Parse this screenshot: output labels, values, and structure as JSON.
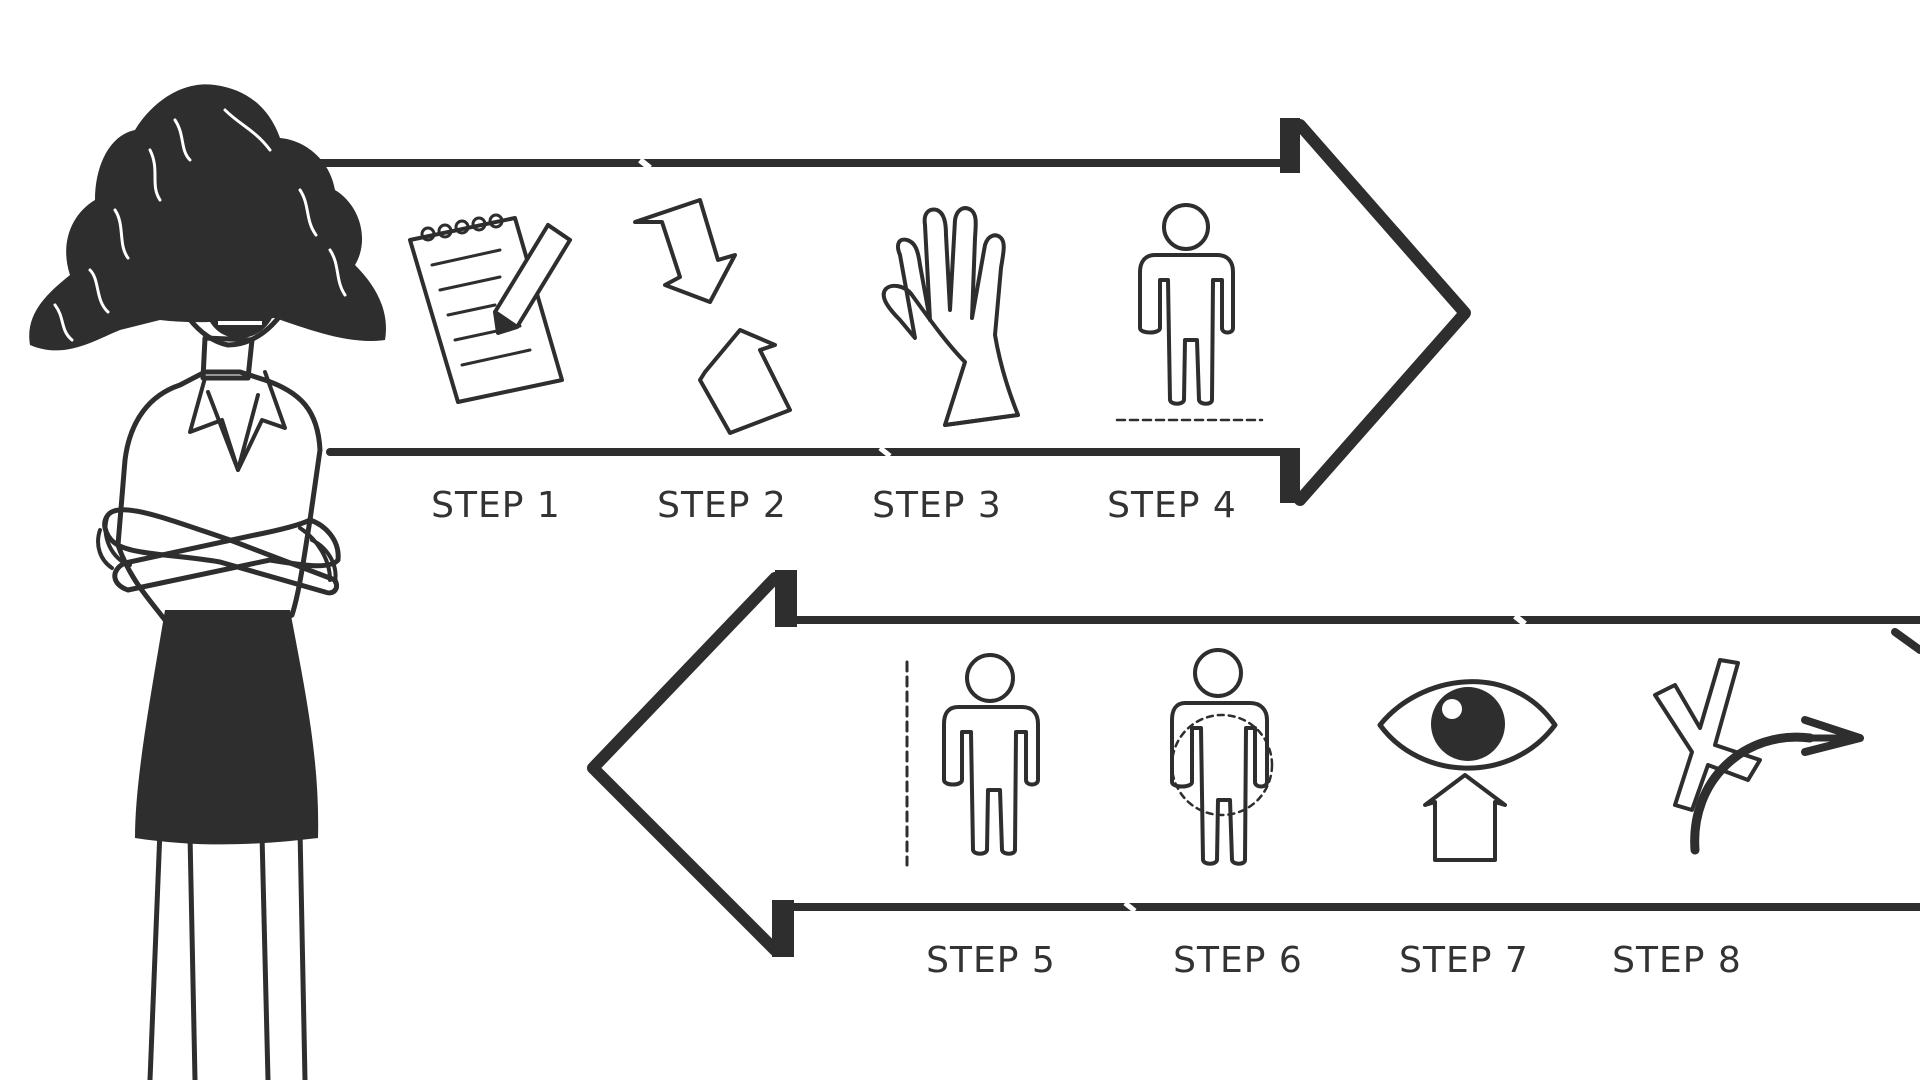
{
  "diagram": {
    "rows": [
      {
        "direction": "right",
        "steps": [
          {
            "label": "STEP 1",
            "icon": "notepad-pencil-icon"
          },
          {
            "label": "STEP 2",
            "icon": "arrows-down-up-icon"
          },
          {
            "label": "STEP 3",
            "icon": "raised-hand-icon"
          },
          {
            "label": "STEP 4",
            "icon": "person-standing-on-line-icon"
          }
        ]
      },
      {
        "direction": "left",
        "steps": [
          {
            "label": "STEP 5",
            "icon": "person-beside-line-icon"
          },
          {
            "label": "STEP 6",
            "icon": "person-circle-icon"
          },
          {
            "label": "STEP 7",
            "icon": "eye-arrow-up-icon"
          },
          {
            "label": "STEP 8",
            "icon": "x-curved-arrow-icon"
          }
        ]
      }
    ],
    "figure": "woman-arms-crossed-illustration"
  },
  "colors": {
    "ink": "#2e2e2e",
    "background": "#ffffff"
  }
}
